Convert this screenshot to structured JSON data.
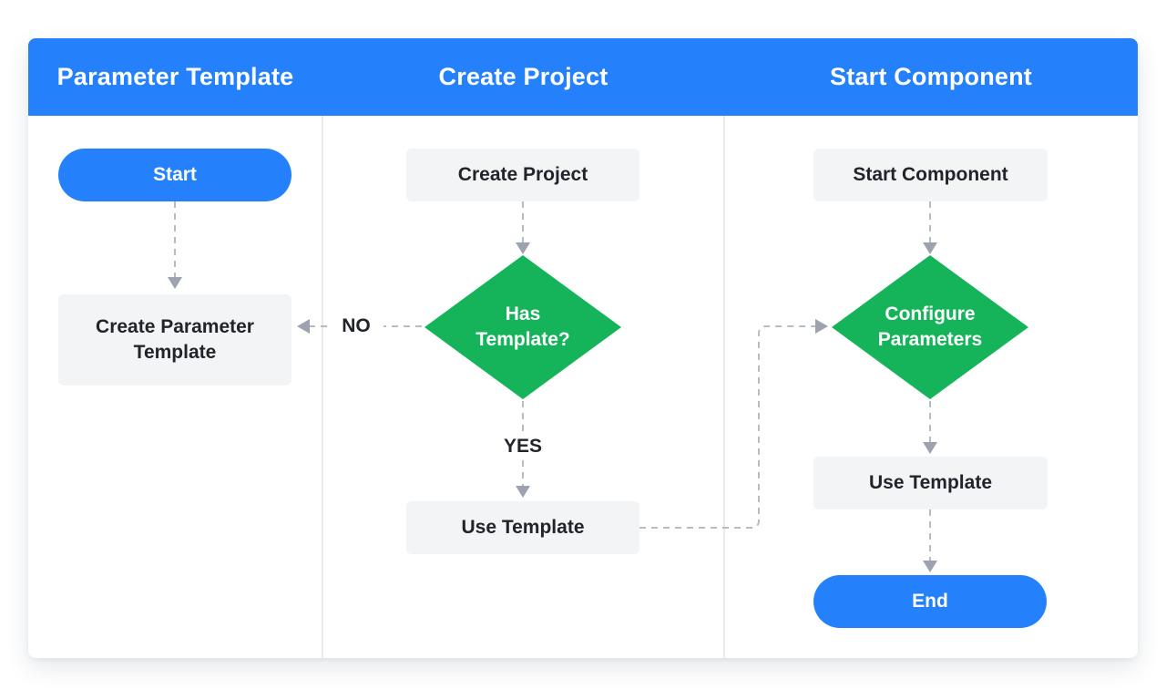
{
  "lanes": [
    {
      "title": "Parameter Template"
    },
    {
      "title": "Create Project"
    },
    {
      "title": "Start Component"
    }
  ],
  "nodes": {
    "start": {
      "label": "Start",
      "type": "terminator"
    },
    "create_parameter_template": {
      "label": "Create Parameter Template",
      "type": "process"
    },
    "create_project": {
      "label": "Create Project",
      "type": "process"
    },
    "has_template": {
      "label": "Has Template?",
      "type": "decision"
    },
    "use_template_mid": {
      "label": "Use Template",
      "type": "process"
    },
    "start_component": {
      "label": "Start Component",
      "type": "process"
    },
    "configure_parameters": {
      "label": "Configure Parameters",
      "type": "decision"
    },
    "use_template_right": {
      "label": "Use Template",
      "type": "process"
    },
    "end": {
      "label": "End",
      "type": "terminator"
    }
  },
  "edge_labels": {
    "no": "NO",
    "yes": "YES"
  },
  "colors": {
    "header_blue": "#2580FC",
    "terminator_blue": "#2580FC",
    "decision_green": "#16B45A",
    "process_gray": "#F2F4F5",
    "text_dark": "#21252B",
    "text_light": "#FFFFFF",
    "connector_dash": "#B6BCC4",
    "arrowhead": "#9CA3AE",
    "lane_divider": "#E8EAEE"
  }
}
